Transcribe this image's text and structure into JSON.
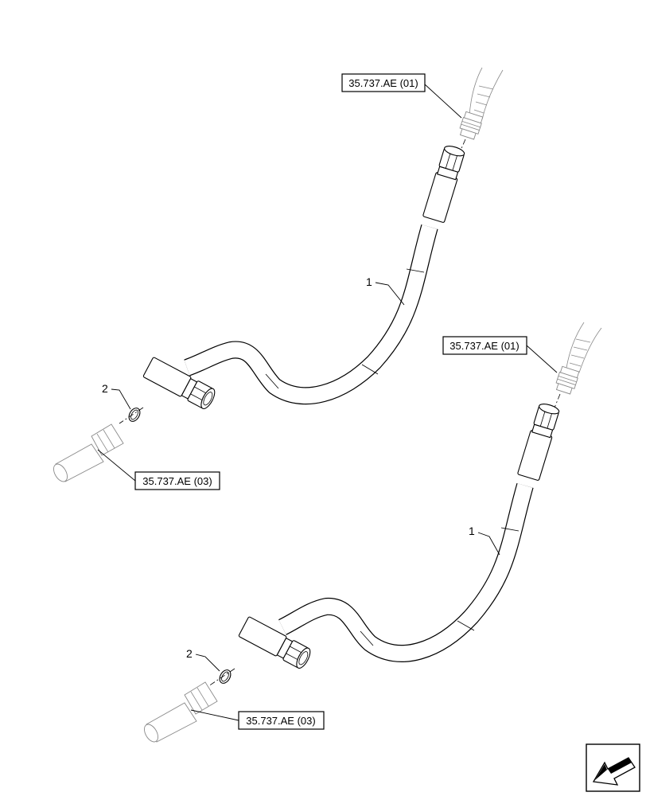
{
  "labels": {
    "top_assembly": {
      "upper_ref": "35.737.AE (01)",
      "lower_ref": "35.737.AE (03)",
      "hose_callout": "1",
      "oring_callout": "2"
    },
    "bottom_assembly": {
      "upper_ref": "35.737.AE (01)",
      "lower_ref": "35.737.AE (03)",
      "hose_callout": "1",
      "oring_callout": "2"
    }
  },
  "icons": {
    "corner": "view-direction-arrow-icon"
  },
  "colors": {
    "line": "#000000",
    "ghost": "#8a8a8a",
    "background": "#ffffff"
  }
}
